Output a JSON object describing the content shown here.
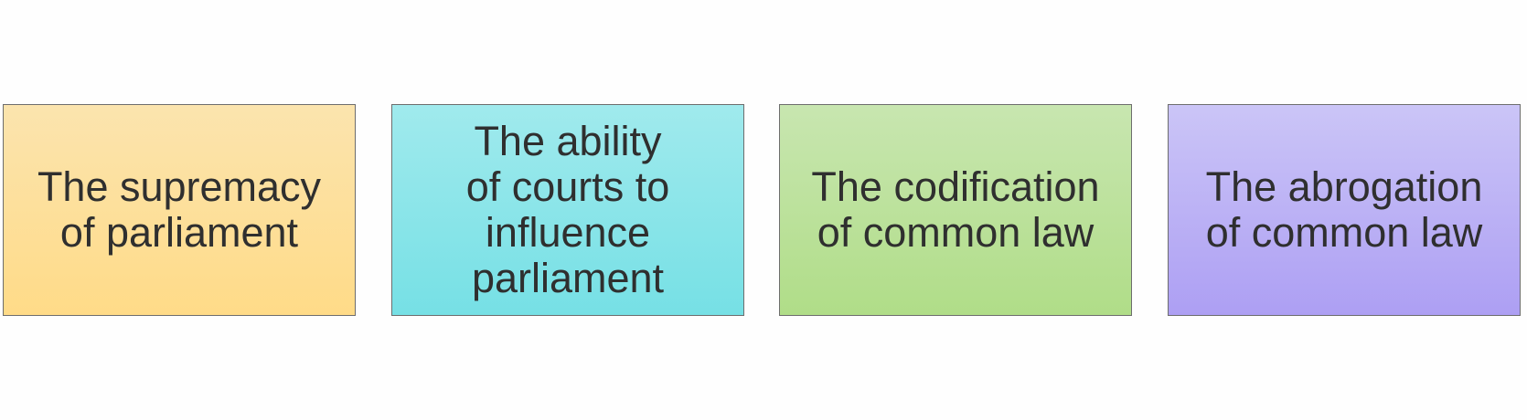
{
  "cards": [
    {
      "text": "The supremacy\nof parliament",
      "color_top": "#fbe4ae",
      "color_bottom": "#ffdb88"
    },
    {
      "text": "The ability\nof courts to\ninfluence\nparliament",
      "color_top": "#a0eaed",
      "color_bottom": "#76e0e5"
    },
    {
      "text": "The codification\nof common law",
      "color_top": "#c8e6b0",
      "color_bottom": "#b0dd88"
    },
    {
      "text": "The abrogation\nof common law",
      "color_top": "#cbc5f7",
      "color_bottom": "#ad9ff3"
    }
  ]
}
